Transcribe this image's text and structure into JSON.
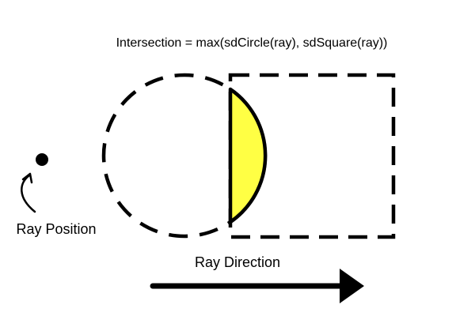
{
  "title": "Intersection = max(sdCircle(ray), sdSquare(ray))",
  "labels": {
    "ray_position": "Ray Position",
    "ray_direction": "Ray Direction"
  },
  "colors": {
    "stroke": "#000000",
    "intersection_fill": "#ffff44",
    "background": "#ffffff"
  },
  "shapes": {
    "circle": "dashed outline",
    "square": "dashed outline",
    "intersection": "filled lens region"
  }
}
